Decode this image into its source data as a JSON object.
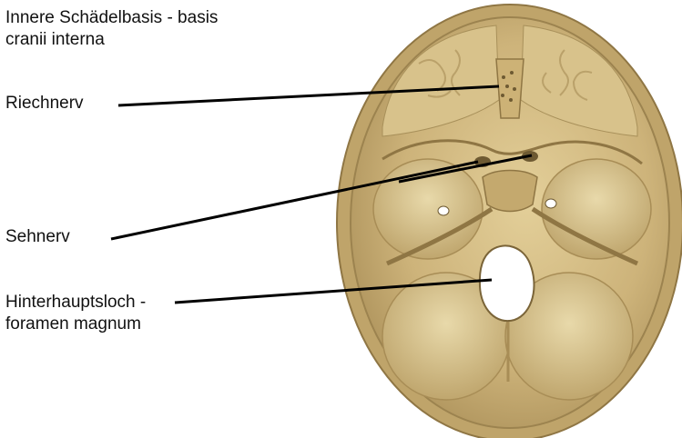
{
  "title": {
    "line1": "Innere Schädelbasis - basis",
    "line2": "cranii interna"
  },
  "labels": {
    "riechnerv": "Riechnerv",
    "sehnerv": "Sehnerv",
    "hinterhaupt_line1": "Hinterhauptsloch -",
    "hinterhaupt_line2": "foramen magnum"
  },
  "colors": {
    "bone": "#c9b079",
    "bone_light": "#e6d6a6",
    "bone_dark": "#8f7644",
    "rim": "#b89b5e",
    "leader": "#000000"
  }
}
